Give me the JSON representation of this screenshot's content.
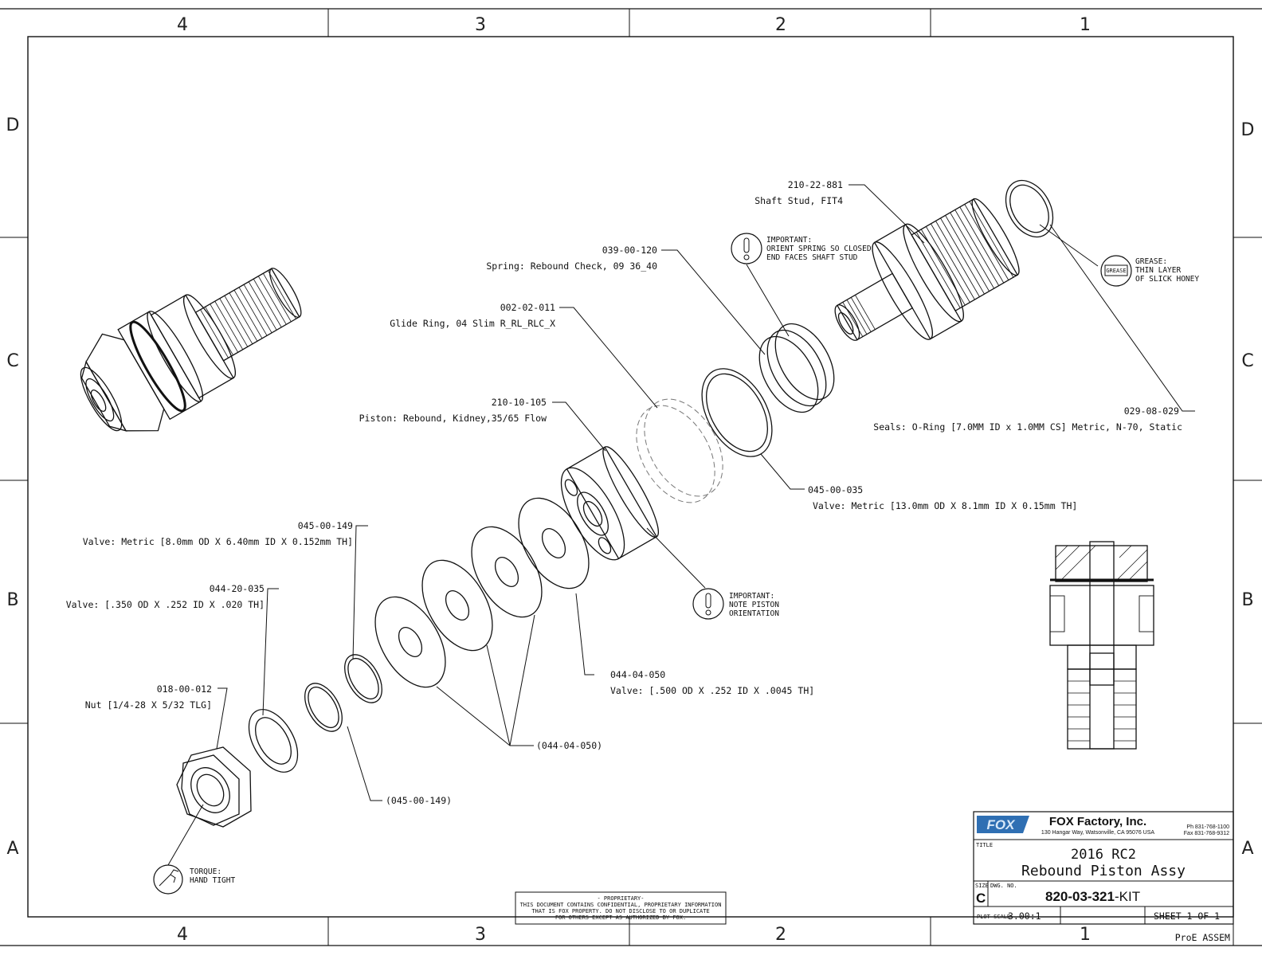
{
  "zones": {
    "cols": [
      "4",
      "3",
      "2",
      "1"
    ],
    "rows": [
      "D",
      "C",
      "B",
      "A"
    ]
  },
  "callouts": [
    {
      "id": "shaft-stud",
      "part_no": "210-22-881",
      "desc": "Shaft Stud, FIT4"
    },
    {
      "id": "spring",
      "part_no": "039-00-120",
      "desc": "Spring: Rebound Check, 09 36_40"
    },
    {
      "id": "glide-ring",
      "part_no": "002-02-011",
      "desc": "Glide Ring, 04 Slim R_RL_RLC_X"
    },
    {
      "id": "piston",
      "part_no": "210-10-105",
      "desc": "Piston: Rebound, Kidney,35/65 Flow"
    },
    {
      "id": "oring",
      "part_no": "029-08-029",
      "desc": "Seals: O-Ring [7.0MM ID x 1.0MM CS] Metric, N-70, Static"
    },
    {
      "id": "valve-13",
      "part_no": "045-00-035",
      "desc": "Valve: Metric [13.0mm OD X 8.1mm ID X 0.15mm TH]"
    },
    {
      "id": "valve-8",
      "part_no": "045-00-149",
      "desc": "Valve: Metric [8.0mm OD X 6.40mm ID X 0.152mm TH]"
    },
    {
      "id": "valve-350",
      "part_no": "044-20-035",
      "desc": "Valve: [.350 OD X .252 ID X .020 TH]"
    },
    {
      "id": "valve-500",
      "part_no": "044-04-050",
      "desc": "Valve: [.500 OD X .252 ID X .0045 TH]"
    },
    {
      "id": "nut",
      "part_no": "018-00-012",
      "desc": "Nut [1/4-28 X 5/32 TLG]"
    }
  ],
  "references": {
    "qty_valve_500": "(044-04-050)",
    "qty_valve_8": "(045-00-149)"
  },
  "notes": {
    "spring": [
      "IMPORTANT:",
      "ORIENT SPRING SO CLOSED",
      "END FACES SHAFT STUD"
    ],
    "piston": [
      "IMPORTANT:",
      "NOTE PISTON",
      "ORIENTATION"
    ],
    "grease": [
      "GREASE:",
      "THIN LAYER",
      "OF SLICK HONEY"
    ],
    "grease_icon": "GREASE",
    "torque": [
      "TORQUE:",
      "HAND TIGHT"
    ]
  },
  "proprietary": [
    "- PROPRIETARY-",
    "THIS DOCUMENT CONTAINS CONFIDENTIAL, PROPRIETARY INFORMATION",
    "THAT IS FOX PROPERTY.  DO NOT DISCLOSE TO OR DUPLICATE",
    "FOR OTHERS EXCEPT AS AUTHORIZED BY FOX."
  ],
  "title_block": {
    "logo": "FOX",
    "company": "FOX Factory, Inc.",
    "address": "130 Hangar Way, Watsonville, CA 95076 USA",
    "phone": "Ph 831-768-1100",
    "fax": "Fax 831-768-9312",
    "title_label": "TITLE",
    "title_line1": "2016 RC2",
    "title_line2": "Rebound Piston Assy",
    "size_label": "SIZE",
    "size": "C",
    "dwg_label": "DWG. NO.",
    "dwg_no": "820-03-321",
    "dwg_suffix": "-KIT",
    "plot_scale_label": "PLOT SCALE",
    "plot_scale": "3.00:1",
    "sheet": "SHEET 1 OF 1",
    "footer": "ProE ASSEM"
  }
}
